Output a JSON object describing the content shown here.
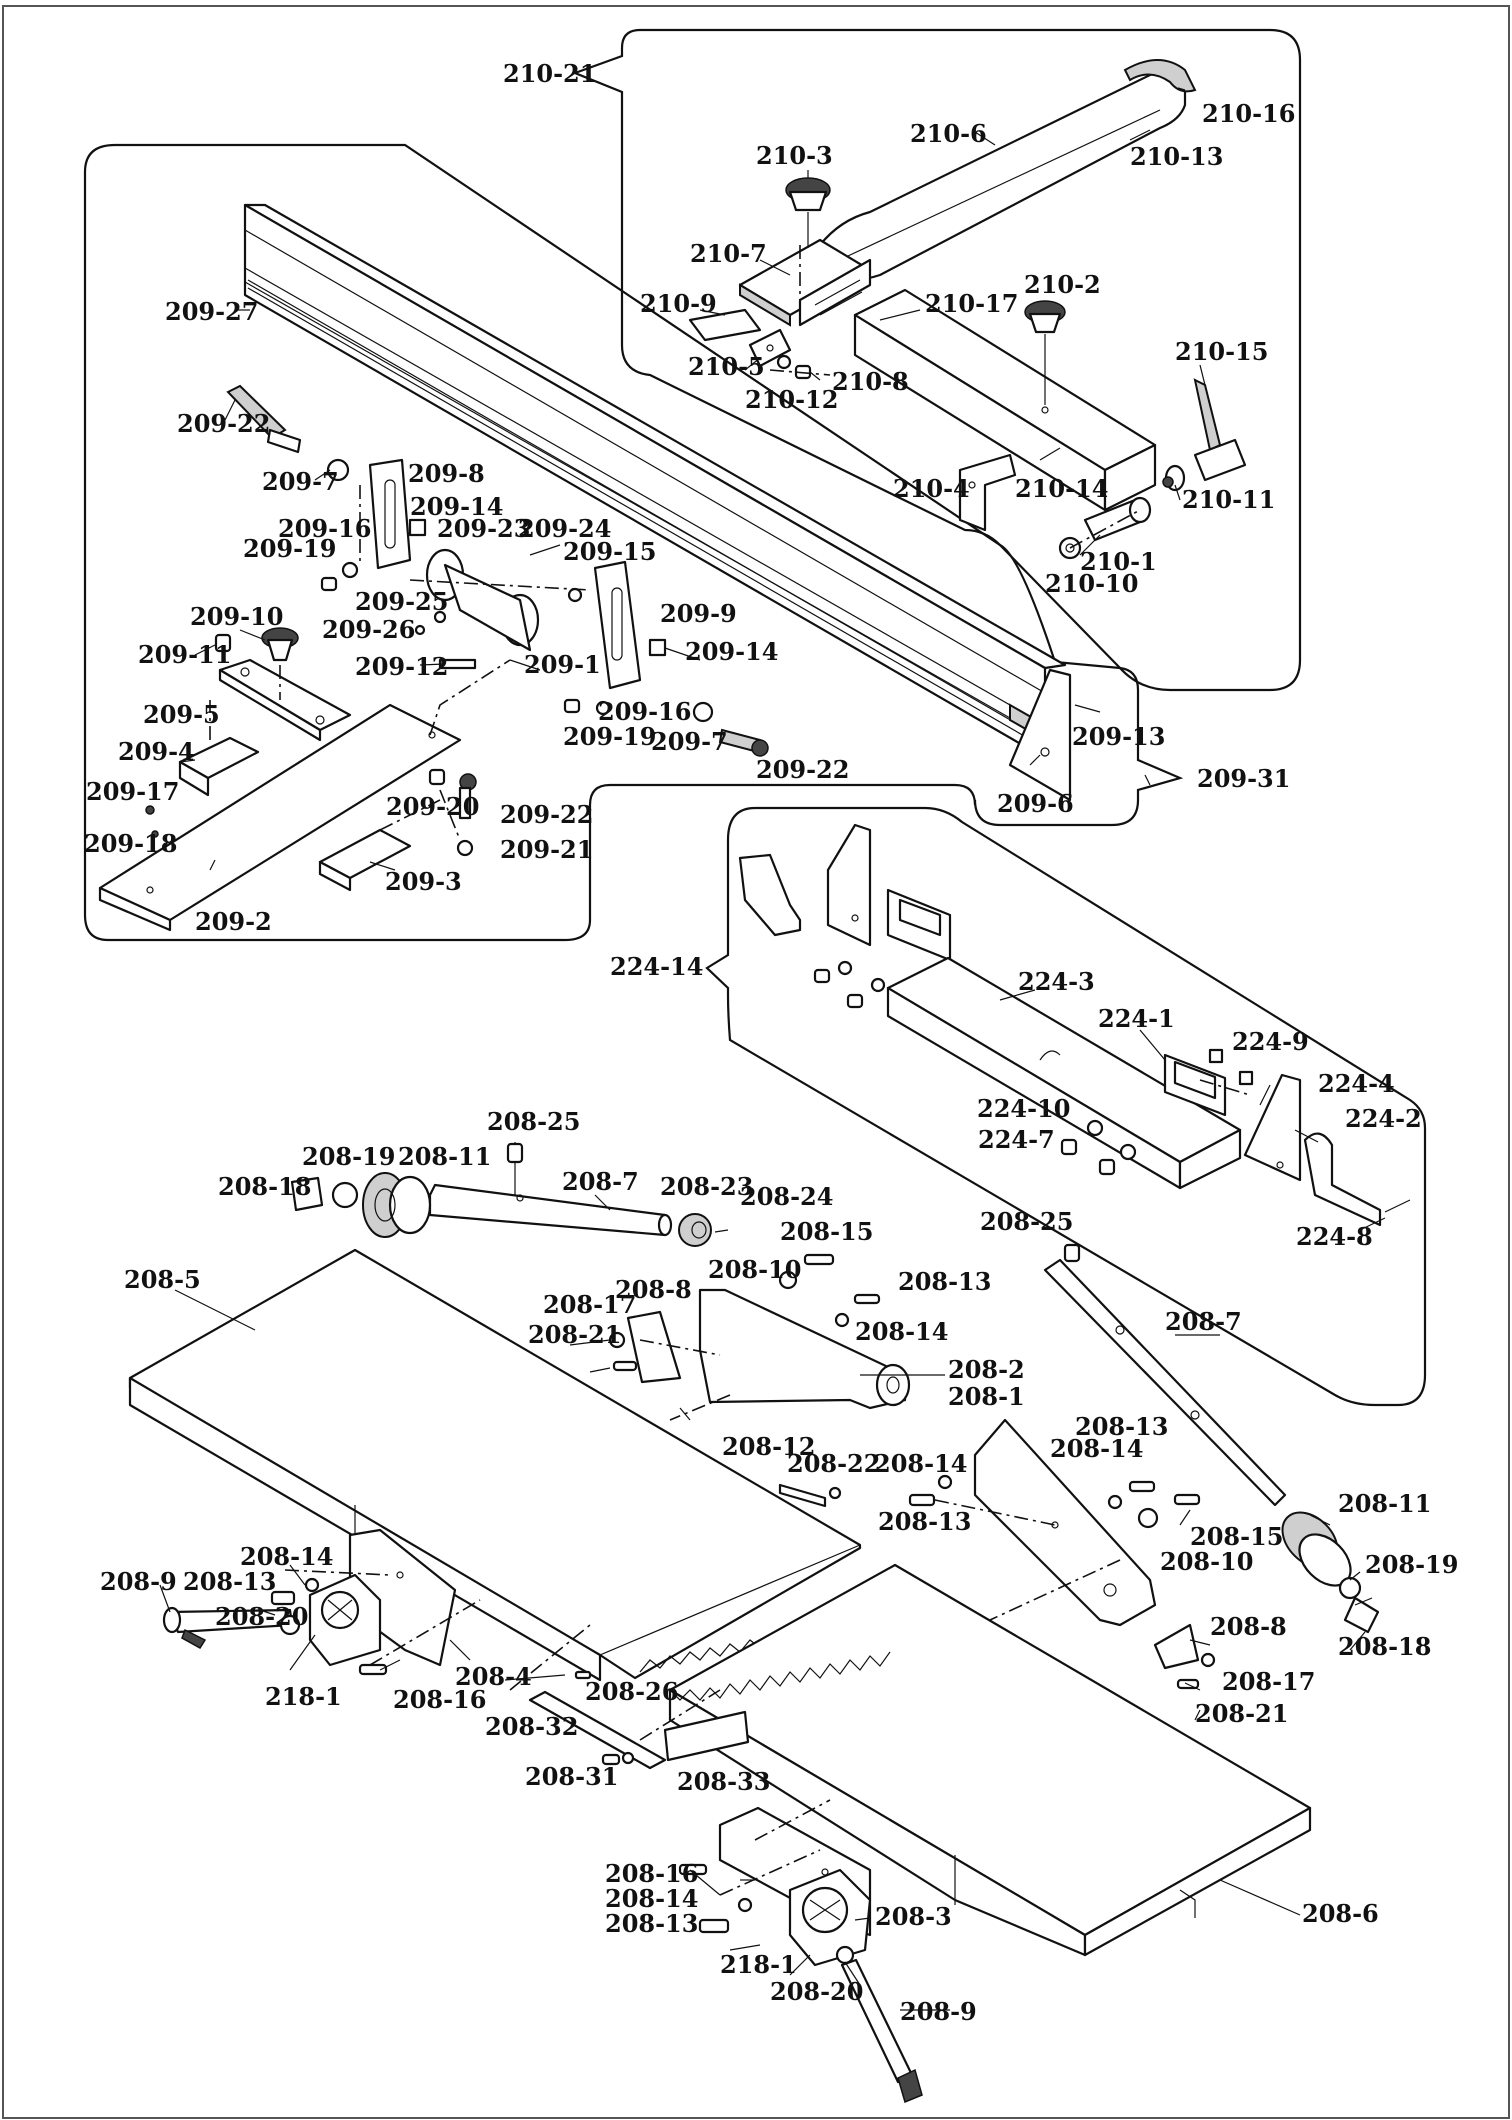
{
  "labels": {
    "l210_21": "210-21",
    "l210_16": "210-16",
    "l210_6": "210-6",
    "l210_13": "210-13",
    "l210_3": "210-3",
    "l210_7": "210-7",
    "l210_9": "210-9",
    "l210_17": "210-17",
    "l210_2": "210-2",
    "l210_5": "210-5",
    "l210_8": "210-8",
    "l210_12": "210-12",
    "l210_15": "210-15",
    "l210_4": "210-4",
    "l210_14": "210-14",
    "l210_11": "210-11",
    "l210_1": "210-1",
    "l210_10": "210-10",
    "l209_27": "209-27",
    "l209_22a": "209-22",
    "l209_7a": "209-7",
    "l209_8": "209-8",
    "l209_14a": "209-14",
    "l209_23": "209-23",
    "l209_24": "209-24",
    "l209_16a": "209-16",
    "l209_19a": "209-19",
    "l209_15": "209-15",
    "l209_25": "209-25",
    "l209_26": "209-26",
    "l209_10": "209-10",
    "l209_11": "209-11",
    "l209_12": "209-12",
    "l209_1": "209-1",
    "l209_9": "209-9",
    "l209_14b": "209-14",
    "l209_5": "209-5",
    "l209_4": "209-4",
    "l209_16b": "209-16",
    "l209_19b": "209-19",
    "l209_7b": "209-7",
    "l209_22b": "209-22",
    "l209_13": "209-13",
    "l209_17": "209-17",
    "l209_18": "209-18",
    "l209_20": "209-20",
    "l209_22c": "209-22",
    "l209_21": "209-21",
    "l209_3": "209-3",
    "l209_2": "209-2",
    "l209_6": "209-6",
    "l209_31": "209-31",
    "l224_14": "224-14",
    "l224_3": "224-3",
    "l224_1": "224-1",
    "l224_9": "224-9",
    "l224_4": "224-4",
    "l224_10": "224-10",
    "l224_2": "224-2",
    "l224_7": "224-7",
    "l224_8": "224-8",
    "l208_25a": "208-25",
    "l208_19a": "208-19",
    "l208_11a": "208-11",
    "l208_18a": "208-18",
    "l208_7a": "208-7",
    "l208_23": "208-23",
    "l208_24": "208-24",
    "l208_15a": "208-15",
    "l208_10a": "208-10",
    "l208_13a": "208-13",
    "l208_8a": "208-8",
    "l208_17a": "208-17",
    "l208_14a": "208-14",
    "l208_21a": "208-21",
    "l208_2": "208-2",
    "l208_5": "208-5",
    "l208_1": "208-1",
    "l208_25b": "208-25",
    "l208_7b": "208-7",
    "l208_13b": "208-13",
    "l208_14b": "208-14",
    "l208_12": "208-12",
    "l208_22": "208-22",
    "l208_14c": "208-14",
    "l208_13c": "208-13",
    "l208_11b": "208-11",
    "l208_15b": "208-15",
    "l208_10b": "208-10",
    "l208_19b": "208-19",
    "l208_18b": "208-18",
    "l208_14d": "208-14",
    "l208_13d": "208-13",
    "l208_9a": "208-9",
    "l208_20a": "208-20",
    "l218_1a": "218-1",
    "l208_16a": "208-16",
    "l208_4": "208-4",
    "l208_8b": "208-8",
    "l208_17b": "208-17",
    "l208_21b": "208-21",
    "l208_26": "208-26",
    "l208_32": "208-32",
    "l208_31": "208-31",
    "l208_33": "208-33",
    "l208_16b": "208-16",
    "l208_14e": "208-14",
    "l208_13e": "208-13",
    "l208_3": "208-3",
    "l218_1b": "218-1",
    "l208_20b": "208-20",
    "l208_9b": "208-9",
    "l208_6": "208-6"
  }
}
